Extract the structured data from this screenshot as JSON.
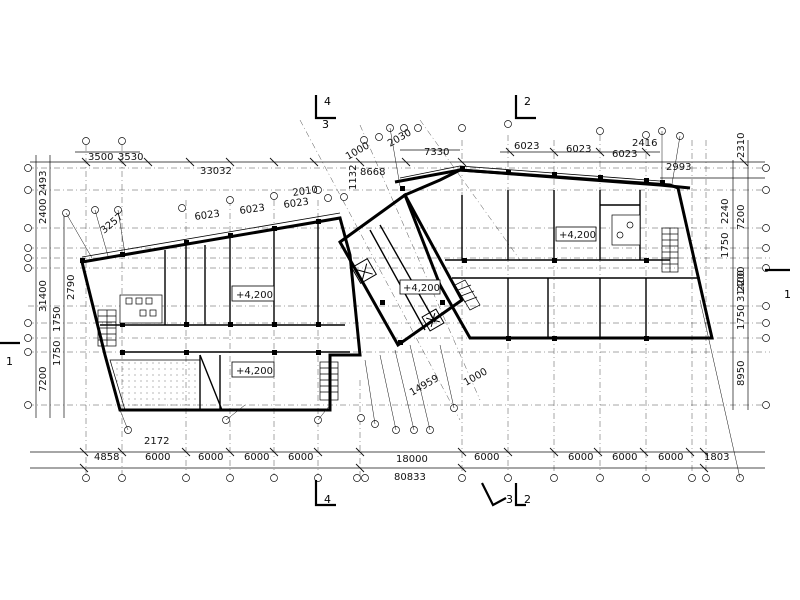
{
  "dimensions": {
    "top_overall": "33032",
    "top_left_a": "3500",
    "top_left_b": "3530",
    "top_span_1": "6023",
    "top_span_2": "6023",
    "top_span_3": "6023",
    "top_small_a": "2010",
    "top_small_b": "3257",
    "top_mid_a": "8668",
    "top_mid_b": "1000",
    "top_mid_c": "2030",
    "top_mid_d": "7330",
    "top_right_1": "6023",
    "top_right_2": "6023",
    "top_right_3": "6023",
    "top_right_a": "2416",
    "top_right_b": "2993",
    "top_right_c": "1132",
    "bottom_overall": "80833",
    "bottom_left": "4858",
    "bottom_2172": "2172",
    "bottom_spans_left": [
      "6000",
      "6000",
      "6000",
      "6000"
    ],
    "bottom_center": "18000",
    "bottom_spans_right": [
      "6000",
      "6000",
      "6000",
      "6000"
    ],
    "bottom_right": "1803",
    "diag_a": "14959",
    "diag_b": "1000",
    "left_v": [
      "2493",
      "2400",
      "2790",
      "31400",
      "1750",
      "1750",
      "7200"
    ],
    "right_v": [
      "2310",
      "1750",
      "2240",
      "7200",
      "31400",
      "1750",
      "2200",
      "8950"
    ]
  },
  "levels": [
    "+4,200",
    "+4,200",
    "+4,200",
    "+4,200"
  ],
  "section_marks": {
    "top_left": "4",
    "top_left_b": "3",
    "top_right": "2",
    "left": "1",
    "right": "1",
    "bottom_left": "4",
    "bottom_right_a": "3",
    "bottom_right_b": "2"
  }
}
